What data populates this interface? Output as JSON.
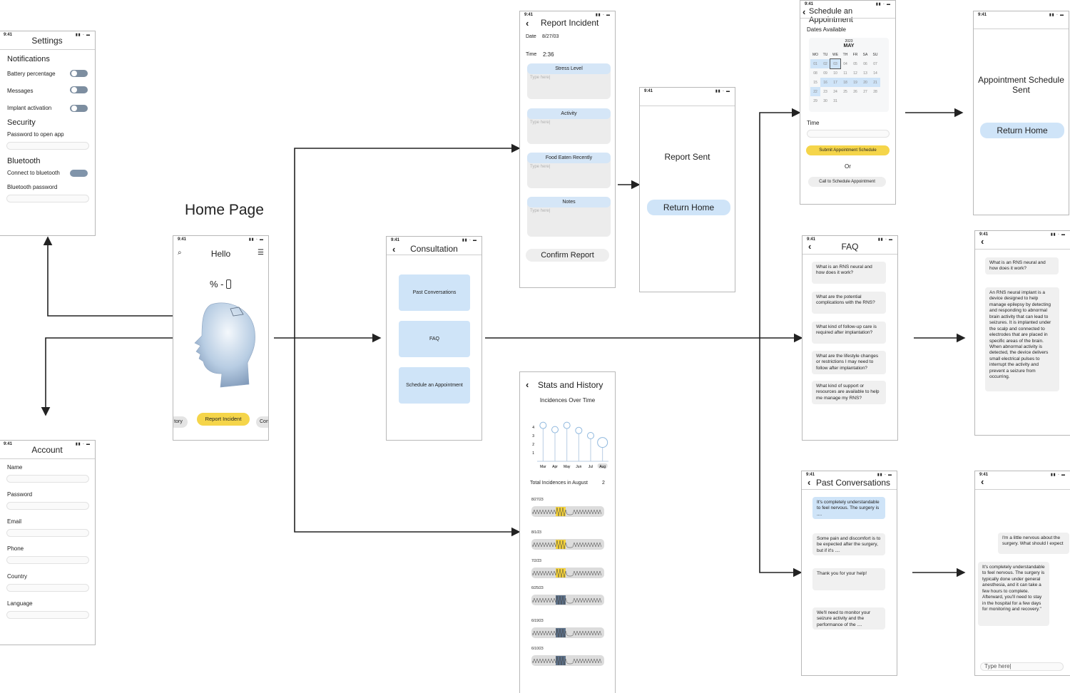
{
  "status": {
    "time": "9:41",
    "icons": "▮▮ ◦ ▬"
  },
  "home": {
    "page_title": "Home Page",
    "greeting": "Hello",
    "battery_readout": "% -",
    "chip_history": "tory",
    "chip_report": "Report Incident",
    "chip_con": "Con"
  },
  "settings": {
    "title": "Settings",
    "notifications_heading": "Notifications",
    "battery_percentage": "Battery percentage",
    "messages": "Messages",
    "implant_activation": "Implant activation",
    "security_heading": "Security",
    "password_to_open": "Password to open app",
    "bluetooth_heading": "Bluetooth",
    "connect_bluetooth": "Connect to bluetooth",
    "bluetooth_password": "Bluetooth password"
  },
  "account": {
    "title": "Account",
    "fields": [
      "Name",
      "Password",
      "Email",
      "Phone",
      "Country",
      "Language"
    ]
  },
  "consultation": {
    "title": "Consultation",
    "past_conversations": "Past Conversations",
    "faq": "FAQ",
    "schedule": "Schedule an Appointment"
  },
  "report": {
    "title": "Report Incident",
    "date_label": "Date",
    "date_value": "8/27/03",
    "time_label": "Time",
    "time_value": "2:36",
    "stress": "Stress Level",
    "activity": "Activity",
    "food": "Food Eaten Recently",
    "notes": "Notes",
    "placeholder": "Type here|",
    "confirm": "Confirm Report"
  },
  "report_sent": {
    "message": "Report Sent",
    "return_home": "Return Home"
  },
  "stats": {
    "title": "Stats and History",
    "chart_title": "Incidences Over Time",
    "total_label": "Total Incidences in August",
    "total_value": "2",
    "dates": [
      "8/27/23",
      "8/1/23",
      "7/2/23",
      "6/25/23",
      "6/19/23",
      "6/10/23"
    ],
    "highlight_colors": [
      "#f5d33c",
      "#f5d33c",
      "#f5d33c",
      "#5c7088",
      "#5c7088",
      "#5c7088"
    ]
  },
  "chart_data": {
    "type": "scatter",
    "title": "Incidences Over Time",
    "categories": [
      "Mar",
      "Apr",
      "May",
      "Jun",
      "Jul",
      "Aug"
    ],
    "values": [
      4.2,
      3.7,
      4.2,
      3.6,
      3.0,
      2.2
    ],
    "yticks": [
      "1",
      "2",
      "3",
      "4"
    ],
    "ylim": [
      0,
      5
    ],
    "highlighted_category": "Aug"
  },
  "schedule": {
    "title": "Schedule an Appointment",
    "dates_available": "Dates Available",
    "year": "2023",
    "month": "MAY",
    "weekdays": [
      "MO",
      "TU",
      "WE",
      "TH",
      "FR",
      "SA",
      "SU"
    ],
    "weeks": [
      [
        "01",
        "02",
        "03",
        "04",
        "05",
        "06",
        "07"
      ],
      [
        "08",
        "09",
        "10",
        "11",
        "12",
        "13",
        "14"
      ],
      [
        "15",
        "16",
        "17",
        "18",
        "19",
        "20",
        "21"
      ],
      [
        "22",
        "23",
        "24",
        "25",
        "26",
        "27",
        "28"
      ],
      [
        "29",
        "30",
        "31",
        "",
        "",
        "",
        ""
      ]
    ],
    "time_label": "Time",
    "submit": "Submit Appointment Schedule",
    "or": "Or",
    "call": "Call to Schedule Appointment"
  },
  "appt_sent": {
    "message": "Appointment Schedule Sent",
    "return_home": "Return Home"
  },
  "faq": {
    "title": "FAQ",
    "questions": [
      "What is an RNS neural and how does it work?",
      "What are the potential complications with the RNS?",
      "What kind of follow-up care is required after implantation?",
      "What are the lifestyle changes or restrictions I may need to follow after implantation?",
      "What kind of support or resources are available to help me manage my RNS?"
    ]
  },
  "faq_detail": {
    "question": "What is an RNS neural and how does it work?",
    "answer": "An RNS  neural implant is a device designed to help manage epilepsy by detecting and responding to abnormal brain activity that can lead to seizures. It is implanted under the scalp and connected to electrodes that are placed in specific areas of the brain. When abnormal activity is detected, the device delivers small electrical pulses to interrupt the activity and prevent a seizure from occurring."
  },
  "past": {
    "title": "Past Conversations",
    "items": [
      "It's completely understandable to feel nervous. The surgery is ....",
      "Some pain and discomfort is to be expected after the surgery, but if it's ....",
      "Thank you for your help!",
      "We'll need to monitor your seizure activity and the performance of the ...."
    ]
  },
  "chat": {
    "user_msg": "I'm a little nervous about the surgery. What should I expect",
    "reply": "It's completely understandable to feel nervous. The surgery is typically done under general anesthesia, and it can take a few hours to complete. Afterward, you'll need to stay in the hospital for a few days for monitoring and recovery.\"",
    "input_placeholder": "Type here|"
  }
}
